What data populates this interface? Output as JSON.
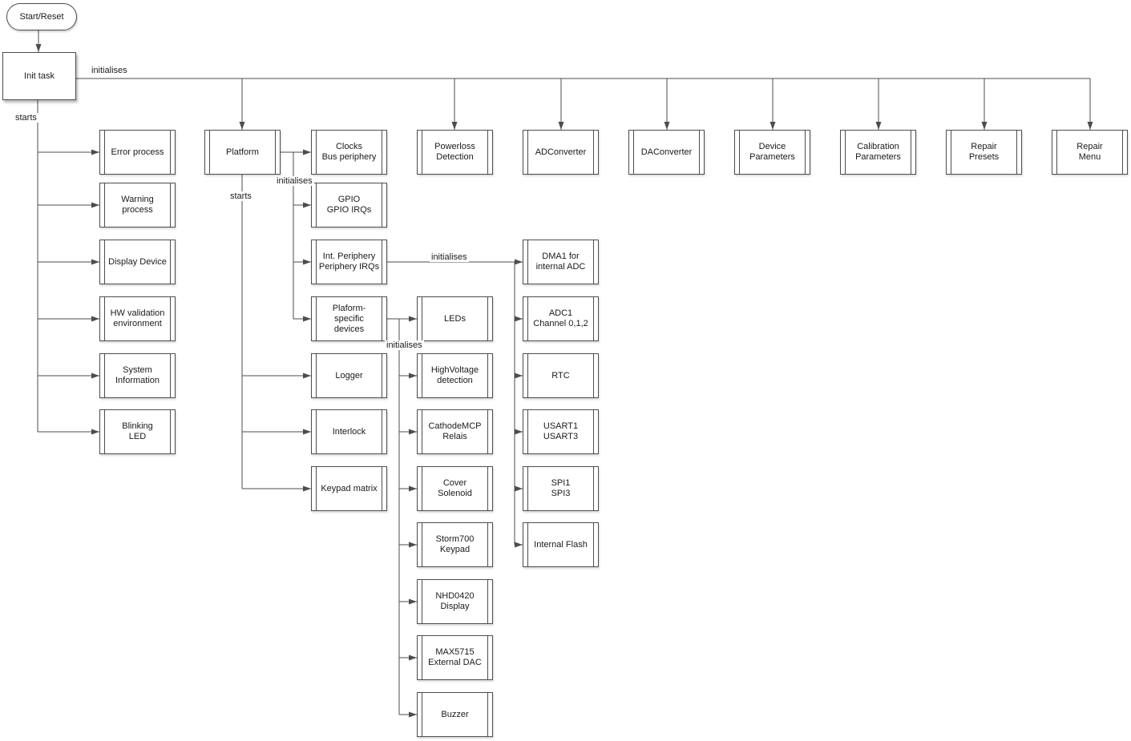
{
  "diagram": {
    "start": "Start/Reset",
    "init": "Init task",
    "edge_labels": {
      "init_initialises": "initialises",
      "init_starts": "starts",
      "platform_initialises": "initialises",
      "platform_starts": "starts",
      "intper_initialises": "initialises",
      "platspec_initialises": "initialises"
    },
    "nodes": {
      "error_process": "Error process",
      "warning_process": "Warning process",
      "display_device": "Display Device",
      "hw_validation": "HW validation\nenvironment",
      "system_information": "System\nInformation",
      "blinking_led": "Blinking\nLED",
      "platform": "Platform",
      "clocks": "Clocks\nBus periphery",
      "gpio": "GPIO\nGPIO IRQs",
      "int_periphery": "Int. Periphery\nPeriphery IRQs",
      "platform_specific": "Plaform-\nspecific\ndevices",
      "logger": "Logger",
      "interlock": "Interlock",
      "keypad_matrix": "Keypad matrix",
      "powerloss": "Powerloss\nDetection",
      "adconverter": "ADConverter",
      "daconverter": "DAConverter",
      "device_parameters": "Device\nParameters",
      "calibration_parameters": "Calibration\nParameters",
      "repair_presets": "Repair\nPresets",
      "repair_menu": "Repair\nMenu",
      "leds": "LEDs",
      "highvoltage": "HighVoltage\ndetection",
      "cathodemcp": "CathodeMCP\nRelais",
      "cover_solenoid": "Cover\nSolenoid",
      "storm700": "Storm700\nKeypad",
      "nhd0420": "NHD0420\nDisplay",
      "max5715": "MAX5715\nExternal DAC",
      "buzzer": "Buzzer",
      "dma1": "DMA1 for\ninternal ADC",
      "adc1": "ADC1\nChannel 0,1,2",
      "rtc": "RTC",
      "usart": "USART1\nUSART3",
      "spi": "SPI1\nSPI3",
      "internal_flash": "Internal Flash"
    },
    "edges": [
      [
        "start_reset",
        "init_task",
        ""
      ],
      [
        "init_task",
        "platform",
        "initialises"
      ],
      [
        "init_task",
        "powerloss",
        "initialises"
      ],
      [
        "init_task",
        "adconverter",
        "initialises"
      ],
      [
        "init_task",
        "daconverter",
        "initialises"
      ],
      [
        "init_task",
        "device_parameters",
        "initialises"
      ],
      [
        "init_task",
        "calibration_parameters",
        "initialises"
      ],
      [
        "init_task",
        "repair_presets",
        "initialises"
      ],
      [
        "init_task",
        "repair_menu",
        "initialises"
      ],
      [
        "init_task",
        "error_process",
        "starts"
      ],
      [
        "init_task",
        "warning_process",
        "starts"
      ],
      [
        "init_task",
        "display_device",
        "starts"
      ],
      [
        "init_task",
        "hw_validation",
        "starts"
      ],
      [
        "init_task",
        "system_information",
        "starts"
      ],
      [
        "init_task",
        "blinking_led",
        "starts"
      ],
      [
        "platform",
        "clocks",
        "initialises"
      ],
      [
        "platform",
        "gpio",
        "initialises"
      ],
      [
        "platform",
        "int_periphery",
        "initialises"
      ],
      [
        "platform",
        "platform_specific",
        "initialises"
      ],
      [
        "platform",
        "logger",
        "starts"
      ],
      [
        "platform",
        "interlock",
        "starts"
      ],
      [
        "platform",
        "keypad_matrix",
        "starts"
      ],
      [
        "int_periphery",
        "dma1",
        "initialises"
      ],
      [
        "int_periphery",
        "adc1",
        "initialises"
      ],
      [
        "int_periphery",
        "rtc",
        "initialises"
      ],
      [
        "int_periphery",
        "usart",
        "initialises"
      ],
      [
        "int_periphery",
        "spi",
        "initialises"
      ],
      [
        "int_periphery",
        "internal_flash",
        "initialises"
      ],
      [
        "platform_specific",
        "leds",
        "initialises"
      ],
      [
        "platform_specific",
        "highvoltage",
        "initialises"
      ],
      [
        "platform_specific",
        "cathodemcp",
        "initialises"
      ],
      [
        "platform_specific",
        "cover_solenoid",
        "initialises"
      ],
      [
        "platform_specific",
        "storm700",
        "initialises"
      ],
      [
        "platform_specific",
        "nhd0420",
        "initialises"
      ],
      [
        "platform_specific",
        "max5715",
        "initialises"
      ],
      [
        "platform_specific",
        "buzzer",
        "initialises"
      ]
    ]
  }
}
